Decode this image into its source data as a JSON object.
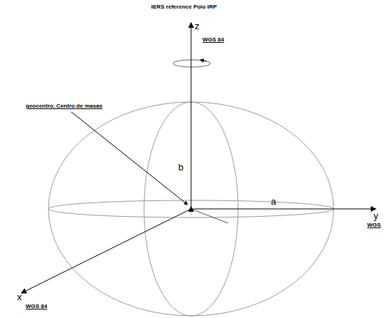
{
  "diagram": {
    "labels": [
      "IERS reference Polo IRP",
      "z",
      "WGS 84",
      "geocentro. Centro de masas",
      "b",
      "a",
      "y",
      "WGS",
      "x",
      "WGS 84"
    ]
  }
}
